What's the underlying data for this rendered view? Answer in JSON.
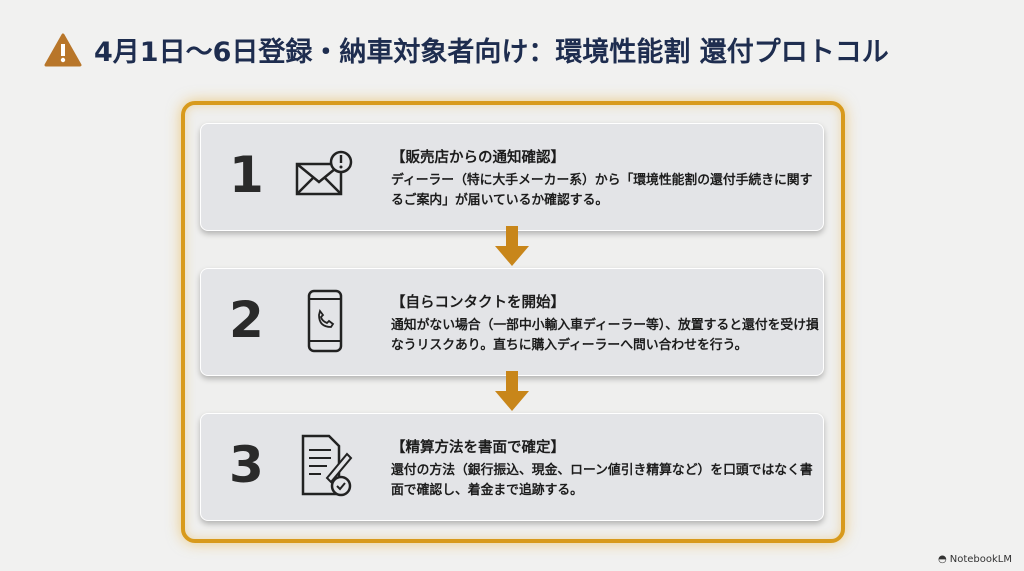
{
  "title": "4月1日〜6日登録・納車対象者向け：環境性能割 還付プロトコル",
  "steps": [
    {
      "number": "1",
      "heading": "【販売店からの通知確認】",
      "body": "ディーラー（特に大手メーカー系）から「環境性能割の還付手続きに関するご案内」が届いているか確認する。"
    },
    {
      "number": "2",
      "heading": "【自らコンタクトを開始】",
      "body": "通知がない場合（一部中小輸入車ディーラー等）、放置すると還付を受け損なうリスクあり。直ちに購入ディーラーへ問い合わせを行う。"
    },
    {
      "number": "3",
      "heading": "【精算方法を書面で確定】",
      "body": "還付の方法（銀行振込、現金、ローン値引き精算など）を口頭ではなく書面で確認し、着金まで追跡する。"
    }
  ],
  "footer": "NotebookLM",
  "colors": {
    "accent": "#d89a1c",
    "title": "#1e2d4f",
    "warning": "#b8762a"
  }
}
